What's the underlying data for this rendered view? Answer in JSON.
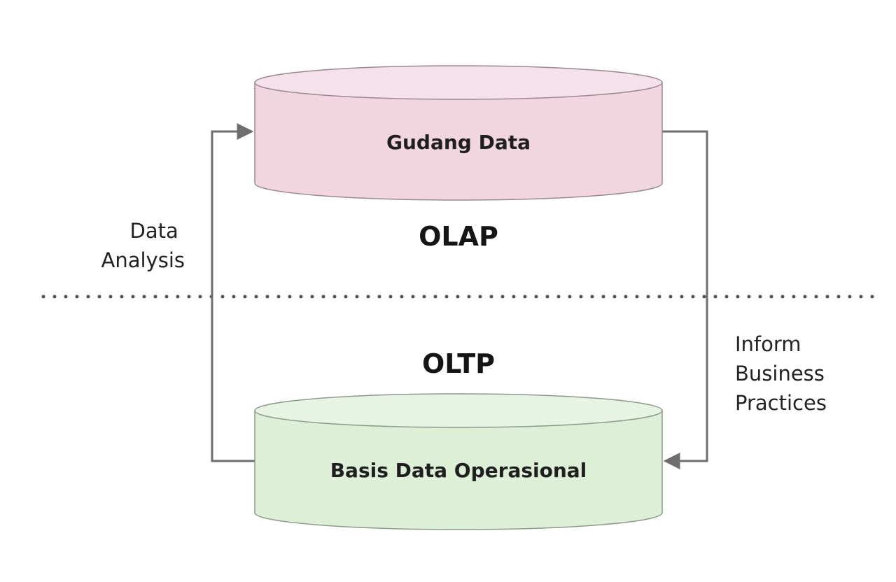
{
  "diagram": {
    "top_store": {
      "label": "Gudang Data",
      "color": "#f1d5df",
      "top_color": "#f5e1e9",
      "stroke": "#9a8a90"
    },
    "bottom_store": {
      "label": "Basis Data Operasional",
      "color": "#deefd8",
      "top_color": "#e8f4e3",
      "stroke": "#8d9a89"
    },
    "olap_label": "OLAP",
    "oltp_label": "OLTP",
    "left_flow_label": [
      "Data",
      "Analysis"
    ],
    "right_flow_label": [
      "Inform",
      "Business",
      "Practices"
    ],
    "divider_color": "#555555"
  }
}
